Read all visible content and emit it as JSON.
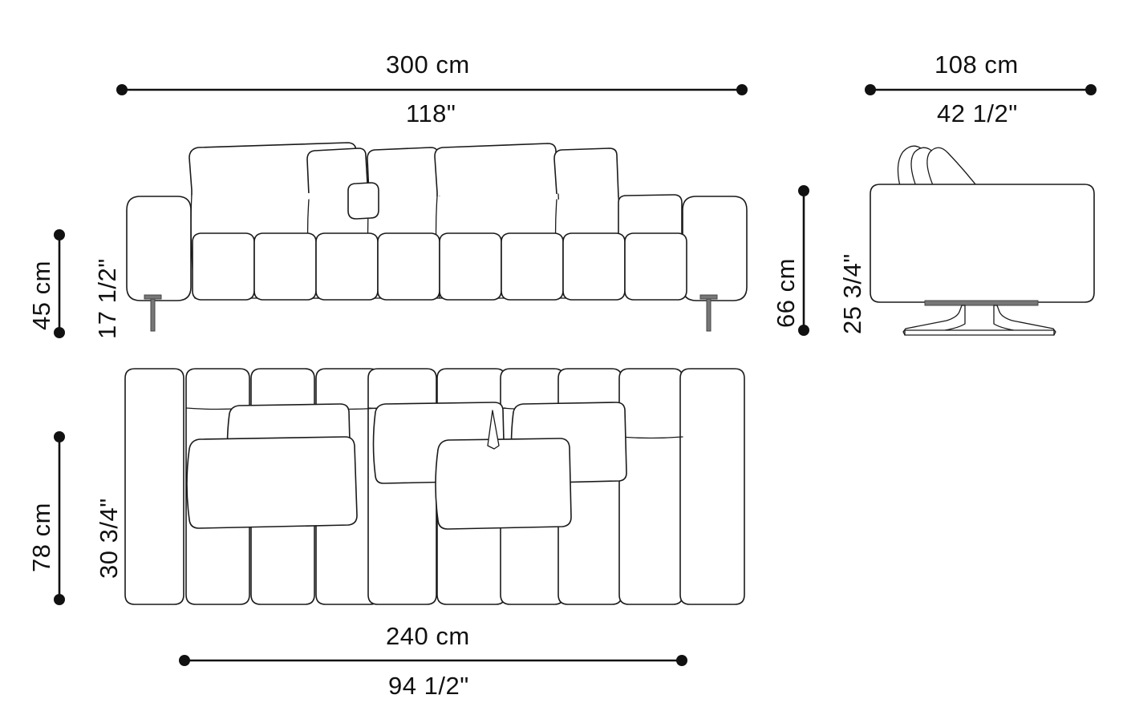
{
  "drawing": {
    "title": "Sofa dimensional drawing",
    "views": [
      {
        "name": "front-elevation"
      },
      {
        "name": "side-elevation"
      },
      {
        "name": "top-plan"
      }
    ]
  },
  "dimensions": {
    "overall_width": {
      "name": "overall-width",
      "metric": "300 cm",
      "imperial": "118\"",
      "orientation": "horizontal",
      "view": "front-elevation"
    },
    "overall_depth": {
      "name": "overall-depth",
      "metric": "108 cm",
      "imperial": "42 1/2\"",
      "orientation": "horizontal",
      "view": "side-elevation"
    },
    "seat_height": {
      "name": "seat-height",
      "metric": "45 cm",
      "imperial": "17 1/2\"",
      "orientation": "vertical",
      "view": "front-elevation"
    },
    "back_height": {
      "name": "back-height",
      "metric": "66 cm",
      "imperial": "25 3/4\"",
      "orientation": "vertical",
      "view": "side-elevation"
    },
    "plan_depth": {
      "name": "plan-depth",
      "metric": "78 cm",
      "imperial": "30 3/4\"",
      "orientation": "vertical",
      "view": "top-plan"
    },
    "seat_width": {
      "name": "seat-width",
      "metric": "240 cm",
      "imperial": "94 1/2\"",
      "orientation": "horizontal",
      "view": "top-plan"
    }
  },
  "colors": {
    "stroke": "#1a1a1a",
    "dimension": "#111111",
    "background": "#ffffff",
    "leg": "#777777"
  }
}
